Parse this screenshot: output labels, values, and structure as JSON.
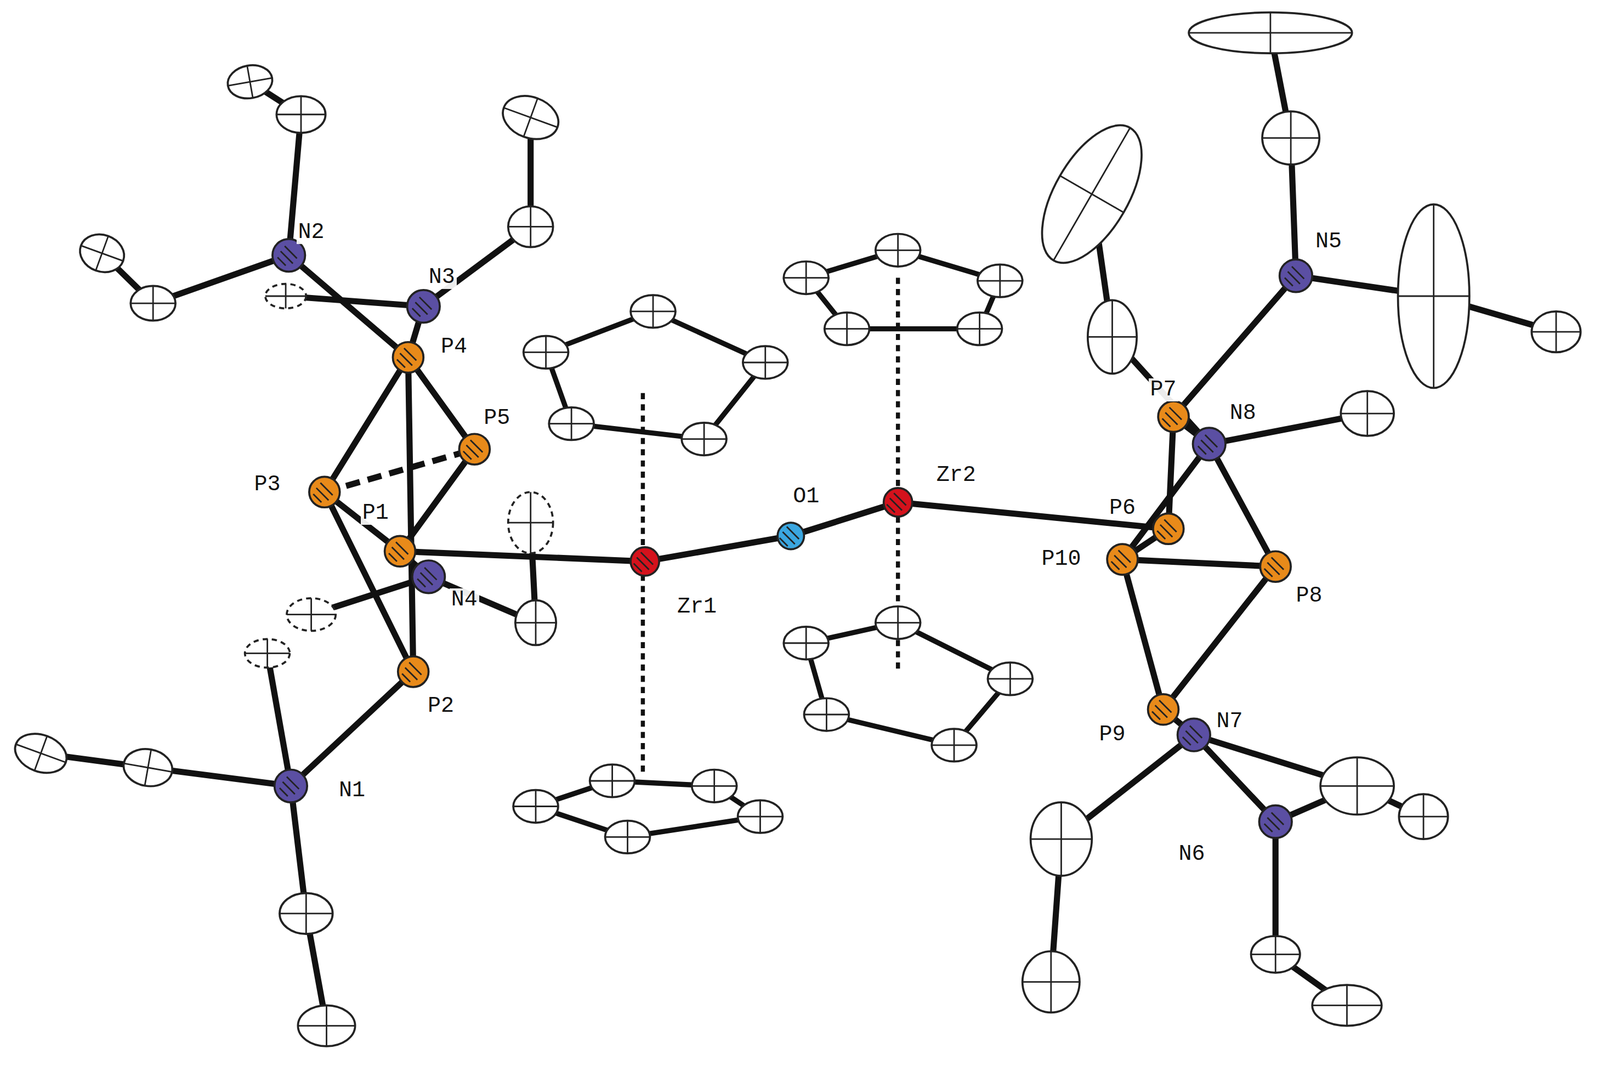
{
  "diagram": {
    "labels": [
      "N2",
      "N3",
      "P4",
      "P5",
      "P3",
      "P1",
      "N4",
      "P2",
      "N1",
      "Zr1",
      "O1",
      "Zr2",
      "N5",
      "P7",
      "N8",
      "P6",
      "P10",
      "P8",
      "P9",
      "N7",
      "N6"
    ]
  }
}
